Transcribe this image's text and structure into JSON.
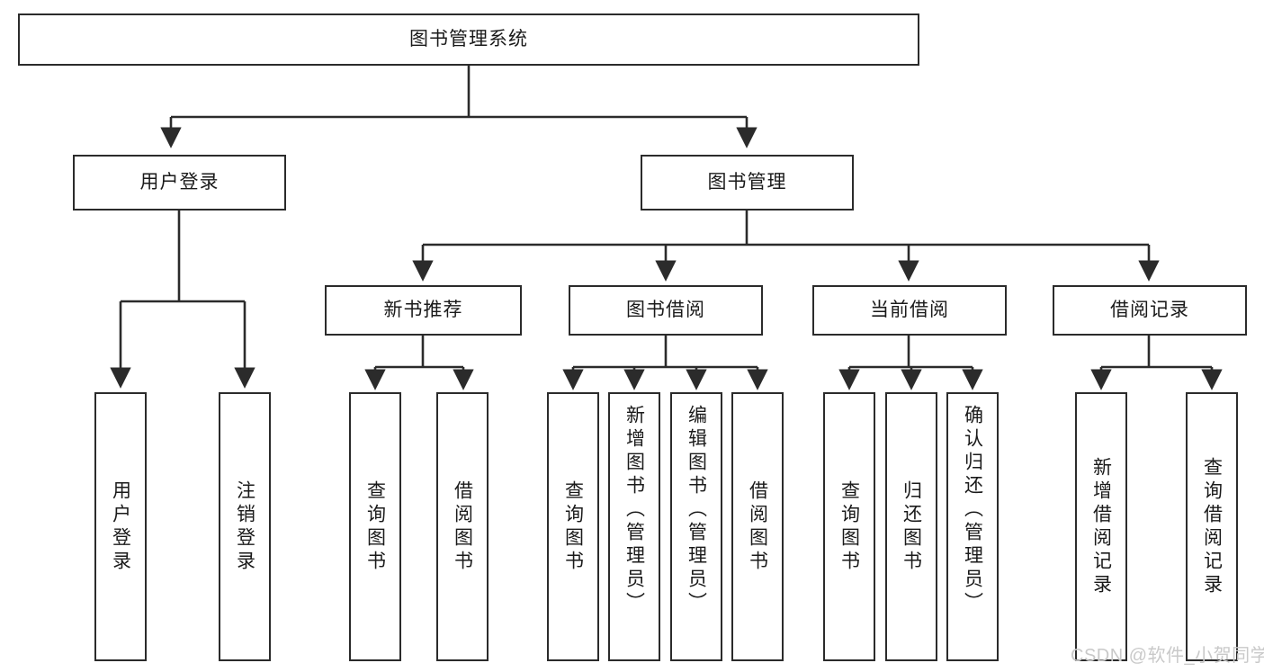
{
  "diagram": {
    "title": "图书管理系统",
    "watermark": "CSDN @软件_小贺同学",
    "colors": {
      "stroke": "#2b2b2b",
      "fill": "#ffffff",
      "text": "#1a1a1a",
      "watermark": "#c9c9c9"
    },
    "root": {
      "label": "图书管理系统"
    },
    "level2": [
      {
        "label": "用户登录"
      },
      {
        "label": "图书管理"
      }
    ],
    "level3": [
      {
        "label": "新书推荐"
      },
      {
        "label": "图书借阅"
      },
      {
        "label": "当前借阅"
      },
      {
        "label": "借阅记录"
      }
    ],
    "leaves": {
      "user_login": [
        {
          "label": "用户登录"
        },
        {
          "label": "注销登录"
        }
      ],
      "new_book": [
        {
          "label": "查询图书"
        },
        {
          "label": "借阅图书"
        }
      ],
      "book_borrow": [
        {
          "label": "查询图书"
        },
        {
          "label": "新增图书（管理员）"
        },
        {
          "label": "编辑图书（管理员）"
        },
        {
          "label": "借阅图书"
        }
      ],
      "current_borrow": [
        {
          "label": "查询图书"
        },
        {
          "label": "归还图书"
        },
        {
          "label": "确认归还（管理员）"
        }
      ],
      "borrow_record": [
        {
          "label": "新增借阅记录"
        },
        {
          "label": "查询借阅记录"
        }
      ]
    }
  }
}
